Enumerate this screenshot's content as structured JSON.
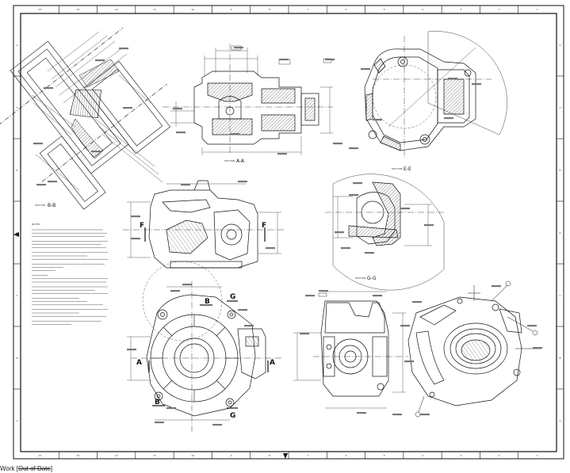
{
  "sheet": {
    "zone_letters": [
      "A",
      "B",
      "C",
      "D",
      "E",
      "F",
      "G"
    ],
    "zone_numbers": [
      "1",
      "2",
      "3",
      "4",
      "5",
      "6",
      "7",
      "8",
      "9",
      "10",
      "11",
      "12",
      "13",
      "14"
    ]
  },
  "views": {
    "section_bb": "B-B",
    "section_aa": "A-A",
    "section_ee": "E-E",
    "section_gg": "G-G",
    "section_prefix": "SECTION"
  },
  "cut_labels": {
    "f_left": "F",
    "f_right": "F",
    "a_left": "A",
    "a_right": "A",
    "b_top": "B",
    "b_bottom": "B",
    "g_top": "G",
    "g_bottom": "G"
  },
  "notes_title": "NOTES:",
  "status_bar": {
    "prefix": "Work [",
    "struck": "Out of Date",
    "suffix": "]"
  },
  "colors": {
    "line": "#111111",
    "hatch": "#333333",
    "paper": "#ffffff"
  }
}
